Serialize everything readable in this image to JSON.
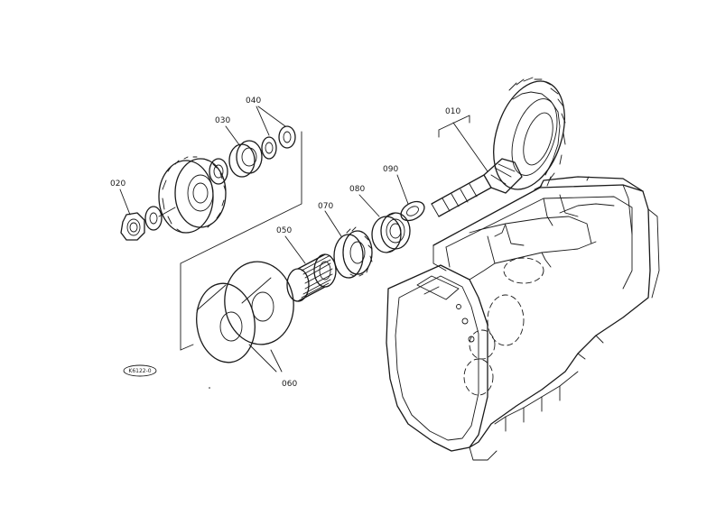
{
  "diagram": {
    "part_labels": {
      "p010": "010",
      "p020": "020",
      "p030": "030",
      "p040": "040",
      "p050": "050",
      "p060": "060",
      "p070": "070",
      "p080": "080",
      "p090": "090",
      "p060b": "060"
    },
    "drawing_code": "K6122-0"
  }
}
